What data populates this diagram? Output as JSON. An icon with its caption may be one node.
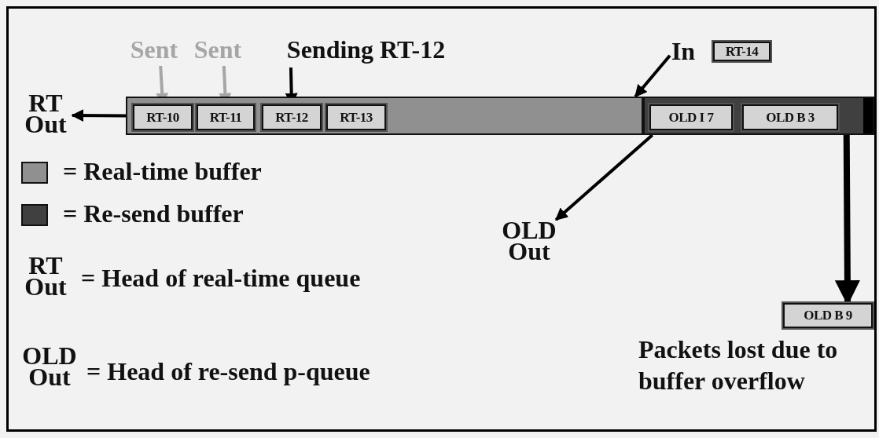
{
  "diagram": {
    "nodes": [
      {
        "text": [],
        "shape": "bar"
      },
      {
        "text": [
          "RT-10"
        ],
        "in": 0
      },
      {
        "text": [
          "RT-11"
        ],
        "in": 0
      },
      {
        "text": [
          "RT-12"
        ],
        "in": 0
      },
      {
        "text": [
          "RT-13"
        ],
        "in": 0
      },
      {
        "text": [],
        "shape": "bar"
      },
      {
        "text": [
          "OLD I 7"
        ],
        "in": 5
      },
      {
        "text": [
          "OLD B 3"
        ],
        "in": 5
      },
      {
        "text": [
          "Sent"
        ]
      },
      {
        "text": [
          "Sent"
        ]
      },
      {
        "text": [
          "Sending RT-12"
        ]
      },
      {
        "text": [
          "In"
        ]
      },
      {
        "text": [
          "RT-14"
        ]
      },
      {
        "text": [
          "RT Out"
        ]
      },
      {
        "text": [
          "OLD Out"
        ]
      },
      {
        "text": [
          "OLD B 9"
        ],
        "beside": [
          "Packets lost due to buffer overflow"
        ]
      }
    ],
    "edges": [
      {
        "from": 8,
        "to": 1,
        "arrow": "to",
        "color": "#a6a6a6"
      },
      {
        "from": 9,
        "to": 2,
        "arrow": "to",
        "color": "#a6a6a6"
      },
      {
        "from": 10,
        "to": 3,
        "arrow": "to"
      },
      {
        "from": 0,
        "to": 13,
        "arrow": "to"
      },
      {
        "from": 11,
        "to": 0,
        "arrow": "to"
      },
      {
        "from": 5,
        "to": 14,
        "arrow": "to"
      },
      {
        "from": 5,
        "to": 15,
        "arrow": "to",
        "style": "thick"
      }
    ],
    "labels": [
      "RT Out",
      "= Head of real-time queue",
      "OLD Out",
      "= Head of re-send p-queue"
    ],
    "legend": [
      {
        "text": "= Real-time buffer",
        "color": "#909090"
      },
      {
        "text": "= Re-send buffer",
        "color": "#404040"
      }
    ]
  }
}
